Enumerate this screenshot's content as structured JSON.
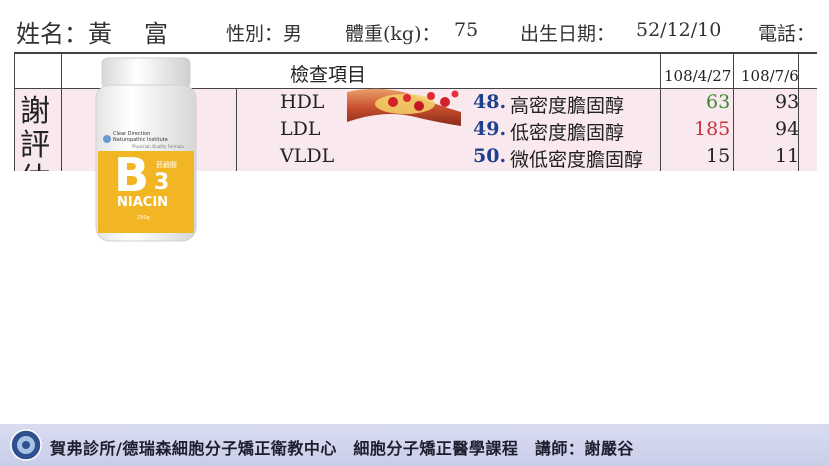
{
  "patient": {
    "name_label": "姓名：",
    "name_value": "黃　富",
    "gender_label": "性別：",
    "gender_value": "男",
    "weight_label": "體重(kg)：",
    "weight_value": "75",
    "birth_label": "出生日期：",
    "birth_value": "52/12/10",
    "phone_label": "電話："
  },
  "table": {
    "header": "檢查項目",
    "dates": [
      "108/4/27",
      "108/7/6"
    ],
    "side_label": [
      "謝",
      "評",
      "估"
    ],
    "rows": [
      {
        "code": "HDL",
        "num": "48.",
        "name": "高密度膽固醇",
        "v1": "63",
        "v2": "93",
        "v1_color": "#3a8a2e"
      },
      {
        "code": "LDL",
        "num": "49.",
        "name": "低密度膽固醇",
        "v1": "185",
        "v2": "94",
        "v1_color": "#c8323a"
      },
      {
        "code": "VLDL",
        "num": "50.",
        "name": "微低密度膽固醇",
        "v1": "15",
        "v2": "11",
        "v1_color": "#222222"
      }
    ]
  },
  "bottle": {
    "brand_line1": "Clear Direction",
    "brand_line2": "Naturopathic Institute",
    "subtitle": "Physician Quality Formula",
    "letter": "B",
    "subscript": "3",
    "chinese": "菸鹼酸",
    "product": "NIACIN",
    "weight": "250g"
  },
  "footer": {
    "text": "賀弗診所/德瑞森細胞分子矯正衛教中心　細胞分子矯正醫學課程　講師：謝嚴谷"
  },
  "colors": {
    "band": "#f9e8ee",
    "number_blue": "#1f3f8f",
    "footer_bg": "#cfd3ec",
    "bottle_label": "#f2b625"
  }
}
